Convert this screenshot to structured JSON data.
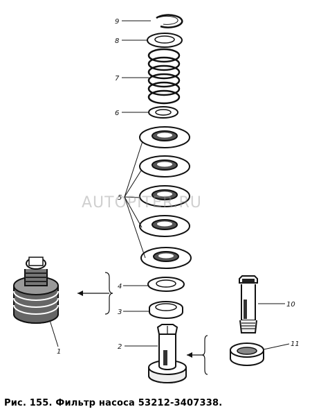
{
  "labels": {
    "l9": "9",
    "l8": "8",
    "l7": "7",
    "l6": "6",
    "l5": "5",
    "l4": "4",
    "l3": "3",
    "l2": "2",
    "l1": "1",
    "l10": "10",
    "l11": "11"
  },
  "watermark": "AUTOPITER.RU",
  "caption": "Рис. 155. Фильтр насоса 53212-3407338."
}
